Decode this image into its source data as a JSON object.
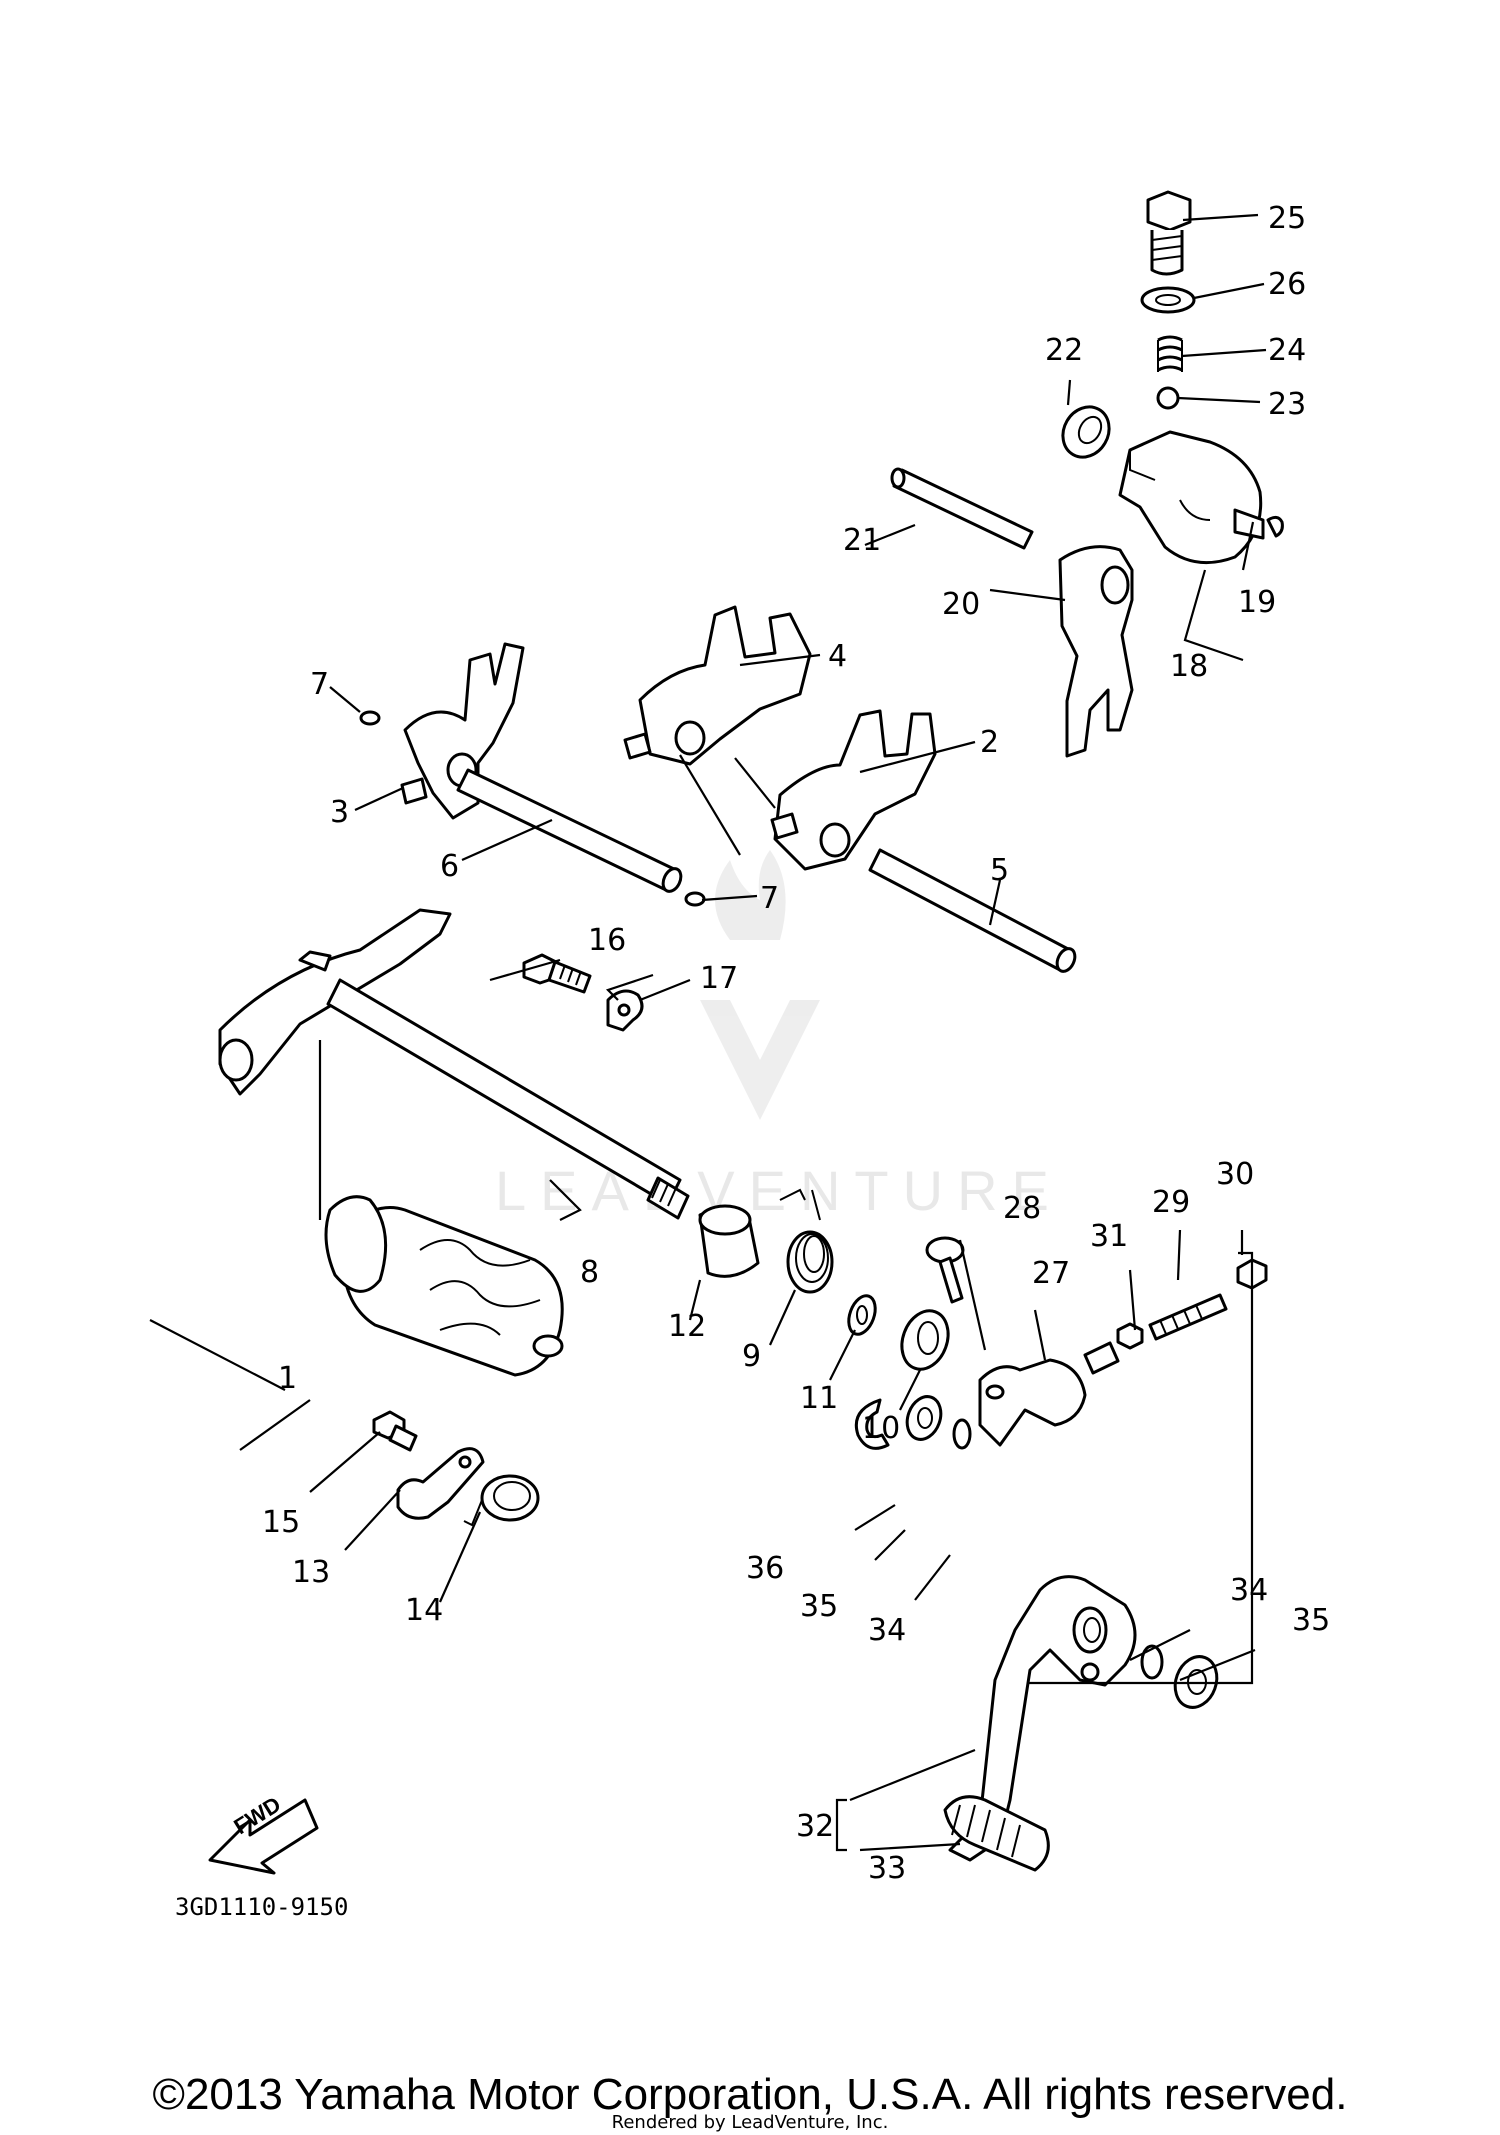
{
  "diagram": {
    "drawing_code": "3GD1110-9150",
    "fwd_label": "FWD",
    "watermark": "LEADVENTURE",
    "callouts": [
      "1",
      "2",
      "3",
      "4",
      "5",
      "6",
      "7",
      "7",
      "8",
      "9",
      "10",
      "11",
      "12",
      "13",
      "14",
      "15",
      "16",
      "17",
      "18",
      "19",
      "20",
      "21",
      "22",
      "23",
      "24",
      "25",
      "26",
      "27",
      "28",
      "29",
      "30",
      "31",
      "32",
      "33",
      "34",
      "34",
      "35",
      "35",
      "36"
    ]
  },
  "footer": {
    "copyright": "©2013 Yamaha Motor Corporation, U.S.A. All rights reserved.",
    "rendered_by": "Rendered by LeadVenture, Inc."
  }
}
